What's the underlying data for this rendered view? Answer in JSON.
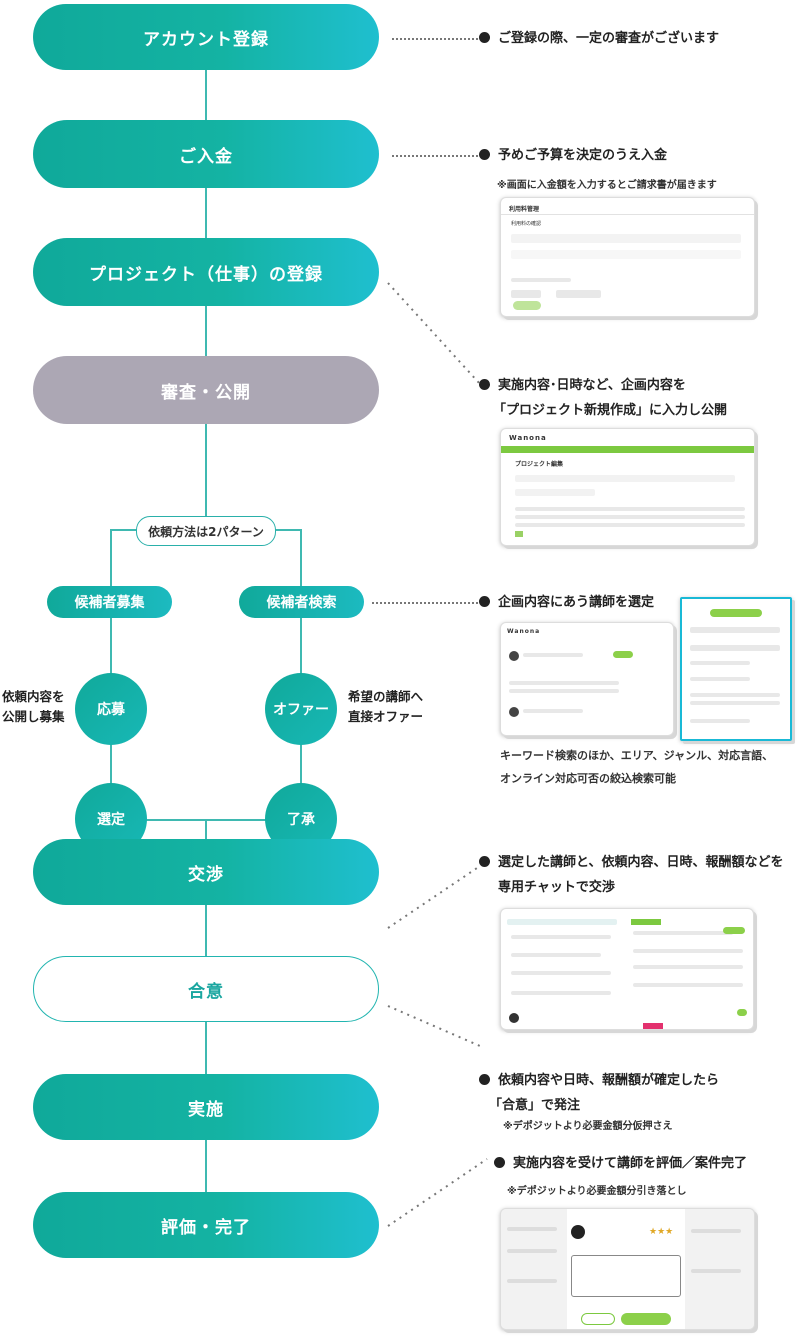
{
  "flow": {
    "account": "アカウント登録",
    "deposit": "ご入金",
    "project": "プロジェクト（仕事）の登録",
    "review": "審査・公開",
    "branch_label": "依頼方法は2パターン",
    "recruit": "候補者募集",
    "search": "候補者検索",
    "apply": "応募",
    "offer": "オファー",
    "select": "選定",
    "accept": "了承",
    "negotiate": "交渉",
    "agree": "合意",
    "execute": "実施",
    "evaluate": "評価・完了"
  },
  "side": {
    "left_line1": "依頼内容を",
    "left_line2": "公開し募集",
    "right_line1": "希望の講師へ",
    "right_line2": "直接オファー"
  },
  "notes": {
    "n1": "ご登録の際、一定の審査がございます",
    "n2": "予めご予算を決定のうえ入金",
    "n2_sub": "※画面に入金額を入力するとご請求書が届きます",
    "n3_line1": "実施内容･日時など、企画内容を",
    "n3_line2": "「プロジェクト新規作成」に入力し公開",
    "n4": "企画内容にあう講師を選定",
    "n4_sub1": "キーワード検索のほか、エリア、ジャンル、対応言語、",
    "n4_sub2": "オンライン対応可否の絞込検索可能",
    "n5_line1": "選定した講師と、依頼内容、日時、報酬額などを",
    "n5_line2": "専用チャットで交渉",
    "n6_line1": "依頼内容や日時、報酬額が確定したら",
    "n6_line2": "「合意」で発注",
    "n6_sub": "※デポジットより必要金額分仮押さえ",
    "n7": "実施内容を受けて講師を評価／案件完了",
    "n7_sub": "※デポジットより必要金額分引き落とし"
  },
  "screens": {
    "s1_title": "利用料管理",
    "s1_label": "利用料の確認",
    "s2_logo": "Wanona",
    "s2_header": "プロジェクト編集",
    "s3_logo": "Wanona",
    "s5_stars": "★★★"
  },
  "colors": {
    "teal": "#10a99a",
    "gray": "#aca7b4",
    "green": "#8cd04a"
  }
}
